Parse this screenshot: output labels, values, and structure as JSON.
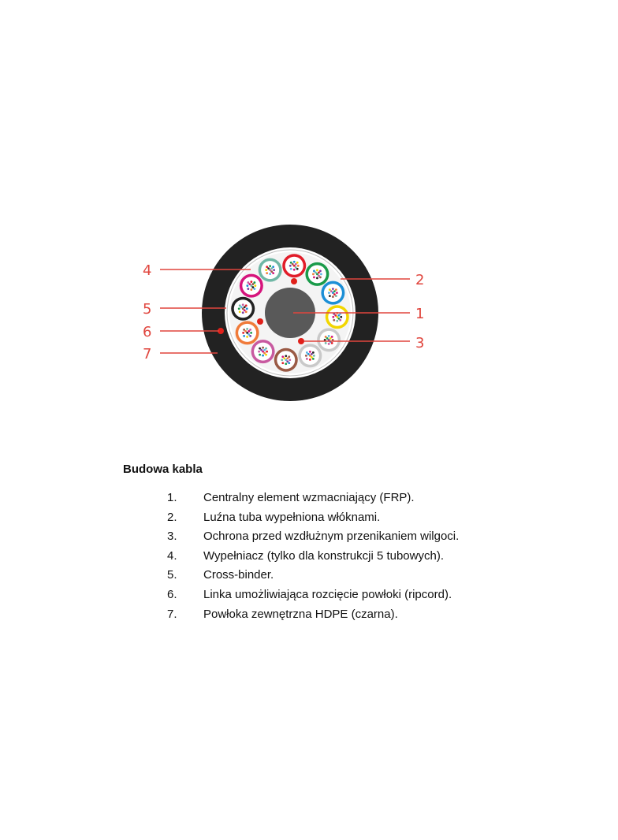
{
  "diagram": {
    "callouts": [
      {
        "label": "4",
        "side": "left"
      },
      {
        "label": "5",
        "side": "left"
      },
      {
        "label": "6",
        "side": "left"
      },
      {
        "label": "7",
        "side": "left"
      },
      {
        "label": "2",
        "side": "right"
      },
      {
        "label": "1",
        "side": "right"
      },
      {
        "label": "3",
        "side": "right"
      }
    ],
    "colors": {
      "callout": "#e0453d",
      "sheath": "#222222",
      "core": "#595959",
      "ripcord": "#e0201a"
    },
    "tube_colors": [
      "#e11d2a",
      "#1a9b4a",
      "#1c8fd6",
      "#f2d600",
      "#c9c9c9",
      "#c9c9c9",
      "#9a5a45",
      "#c85aa0",
      "#f07b3a",
      "#222222",
      "#d6147c",
      "#6fb7a5"
    ]
  },
  "section_title": "Budowa kabla",
  "parts": [
    {
      "num": "1.",
      "text": "Centralny element wzmacniający (FRP)."
    },
    {
      "num": "2.",
      "text": "Luźna tuba wypełniona włóknami."
    },
    {
      "num": "3.",
      "text": "Ochrona przed wzdłużnym przenikaniem wilgoci."
    },
    {
      "num": "4.",
      "text": "Wypełniacz (tylko dla konstrukcji 5 tubowych)."
    },
    {
      "num": "5.",
      "text": "Cross-binder."
    },
    {
      "num": "6.",
      "text": "Linka umożliwiająca rozcięcie powłoki (ripcord)."
    },
    {
      "num": "7.",
      "text": "Powłoka zewnętrzna HDPE (czarna)."
    }
  ]
}
